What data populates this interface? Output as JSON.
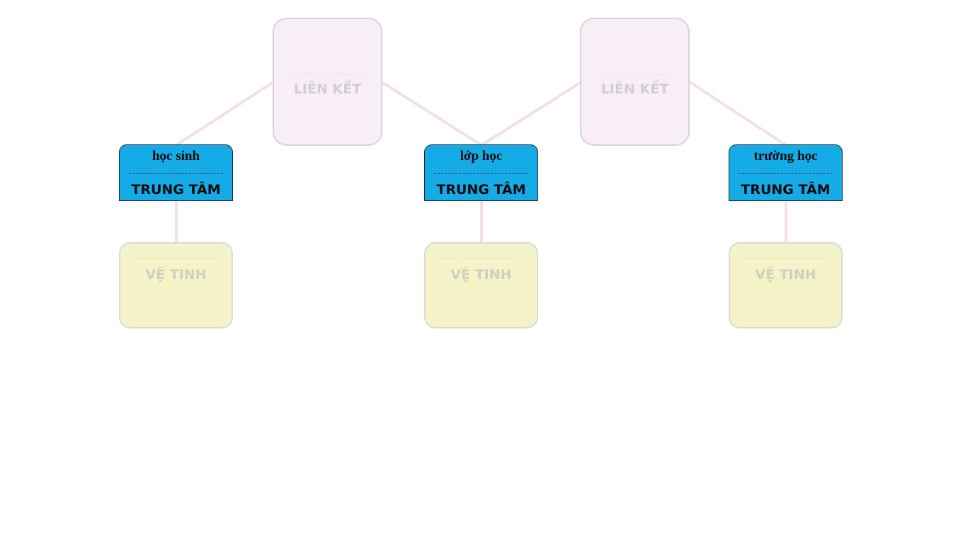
{
  "diagram": {
    "link_nodes": [
      {
        "label": "LIÊN KẾT"
      },
      {
        "label": "LIÊN KẾT"
      }
    ],
    "hub_nodes": [
      {
        "title": "học sinh",
        "label": "TRUNG TÂM"
      },
      {
        "title": "lớp học",
        "label": "TRUNG TÂM"
      },
      {
        "title": "trường học",
        "label": "TRUNG TÂM"
      }
    ],
    "satellite_nodes": [
      {
        "label": "VỆ TINH"
      },
      {
        "label": "VỆ TINH"
      },
      {
        "label": "VỆ TINH"
      }
    ],
    "colors": {
      "hub_fill": "#15abe6",
      "link_fill": "#f8eef8",
      "satellite_fill": "#f4f4c8",
      "connector": "#f3dfe6"
    }
  }
}
